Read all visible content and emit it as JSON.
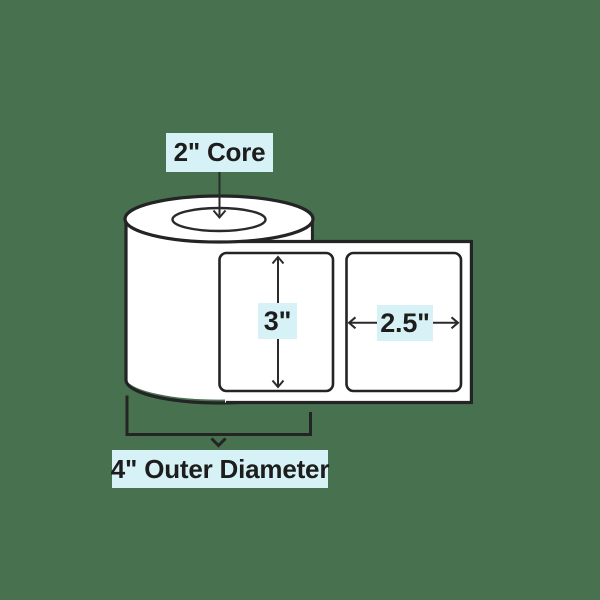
{
  "diagram": {
    "subject": "thermal label roll dimension diagram",
    "colors": {
      "background": "#48724f",
      "annotation_background": "#d7f2f6",
      "outline": "#242424",
      "text": "#1d1d1d",
      "shape_fill": "#ffffff"
    },
    "annotations": {
      "core": {
        "label": "2\" Core",
        "value_inches": 2,
        "arrow": "down-arrow-into-core"
      },
      "label_height": {
        "label": "3\"",
        "value_inches": 3,
        "arrow": "vertical-double-arrow"
      },
      "label_width": {
        "label": "2.5\"",
        "value_inches": 2.5,
        "arrow": "horizontal-double-arrow"
      },
      "outer_diameter": {
        "label": "4\" Outer Diameter",
        "value_inches": 4,
        "arrow": "bracket-with-down-arrow"
      }
    }
  }
}
